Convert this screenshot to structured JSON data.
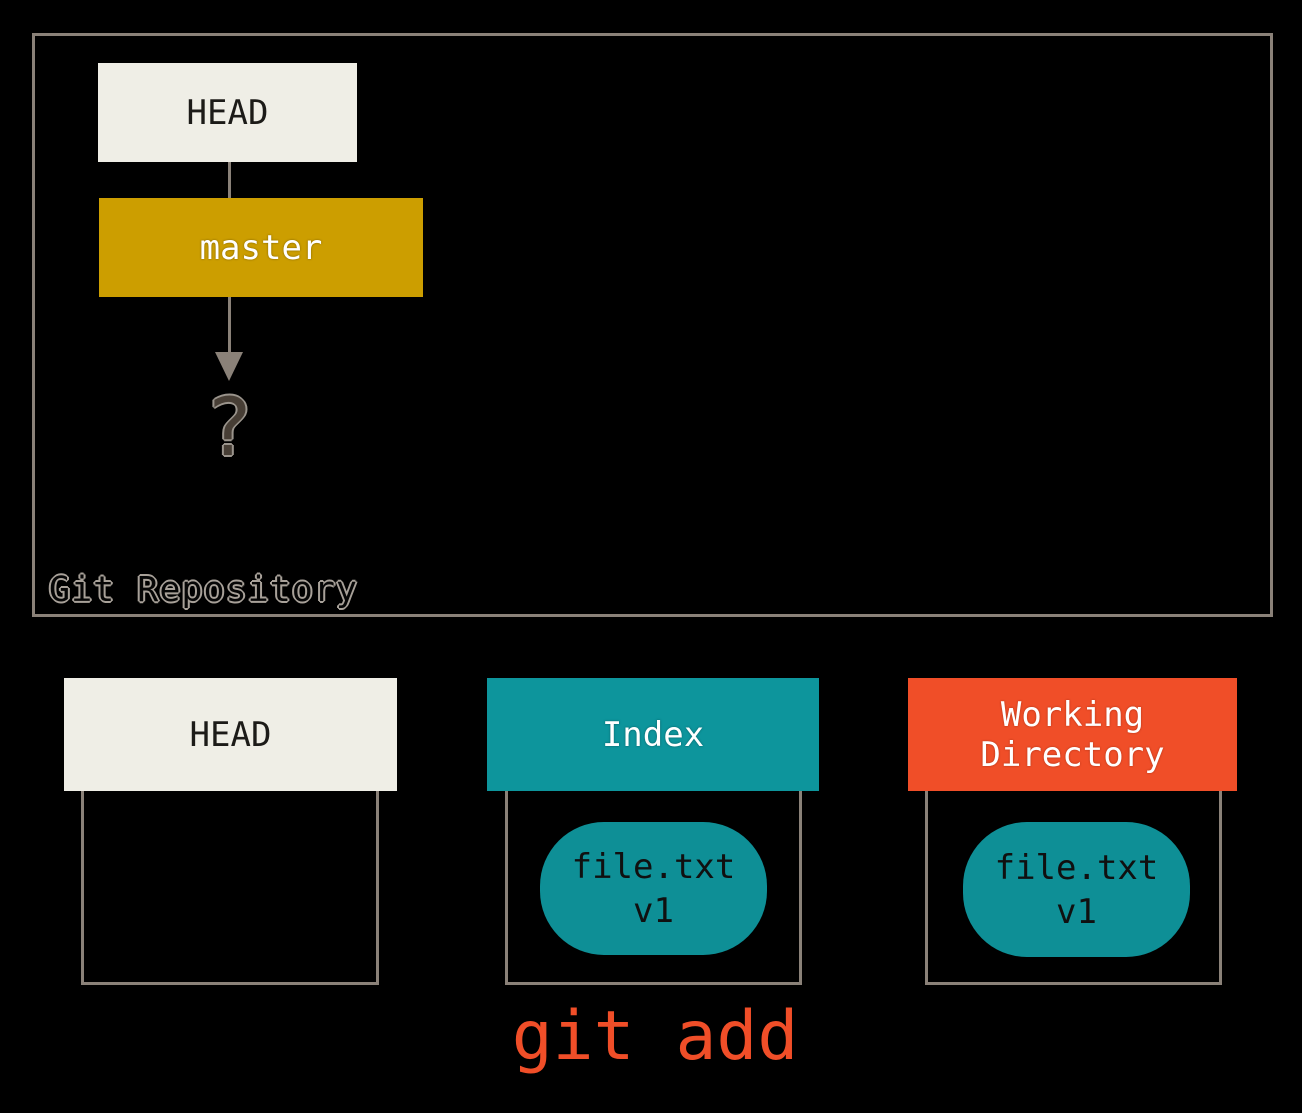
{
  "colors": {
    "background": "#000000",
    "border_gray": "#8a8178",
    "cream": "#efeee6",
    "gold": "#cc9e00",
    "teal_header": "#0d959c",
    "teal_blob": "#0e8f96",
    "orange": "#f04e28",
    "outline_halo": "#a8a199"
  },
  "repository": {
    "label": "Git Repository",
    "head_box": "HEAD",
    "branch_box": "master",
    "unknown_commit": "?"
  },
  "columns": {
    "head": {
      "header": "HEAD"
    },
    "index": {
      "header": "Index",
      "file": {
        "name": "file.txt",
        "version": "v1"
      }
    },
    "workdir": {
      "header": "Working Directory",
      "file": {
        "name": "file.txt",
        "version": "v1"
      }
    }
  },
  "command": {
    "label": "git add"
  }
}
